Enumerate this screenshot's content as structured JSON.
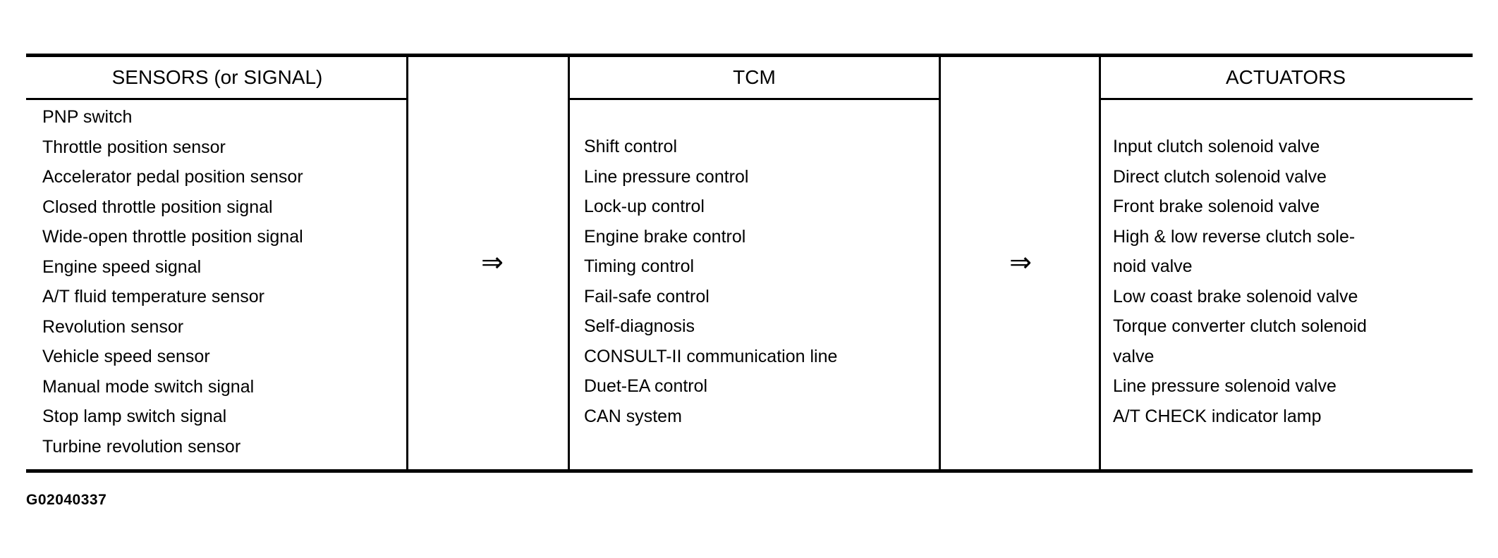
{
  "page": {
    "background": "#ffffff"
  },
  "figure_label": "G02040337",
  "diagram": {
    "colors": {
      "line": "#000000",
      "text": "#000000"
    },
    "arrows": [
      {
        "symbol": "⇒"
      },
      {
        "symbol": "⇒"
      }
    ],
    "columns": [
      {
        "header": "SENSORS (or SIGNAL)",
        "items": [
          "PNP switch",
          "Throttle position sensor",
          "Accelerator pedal position sensor",
          "Closed throttle position signal",
          "Wide-open throttle position signal",
          "Engine speed signal",
          "A/T fluid temperature sensor",
          "Revolution sensor",
          "Vehicle speed sensor",
          "Manual mode switch signal",
          "Stop lamp switch signal",
          "Turbine revolution sensor"
        ]
      },
      {
        "header": "TCM",
        "items": [
          "Shift control",
          "Line pressure control",
          "Lock-up control",
          "Engine brake control",
          "Timing control",
          "Fail-safe control",
          "Self-diagnosis",
          "CONSULT-II communication line",
          "Duet-EA control",
          "CAN system"
        ]
      },
      {
        "header": "ACTUATORS",
        "items": [
          "Input clutch solenoid valve",
          "Direct clutch solenoid valve",
          "Front brake solenoid valve",
          "High & low reverse clutch sole-",
          "noid valve",
          "Low coast brake solenoid valve",
          "Torque converter clutch solenoid",
          "valve",
          "Line pressure solenoid valve",
          "A/T CHECK indicator lamp"
        ]
      }
    ]
  }
}
